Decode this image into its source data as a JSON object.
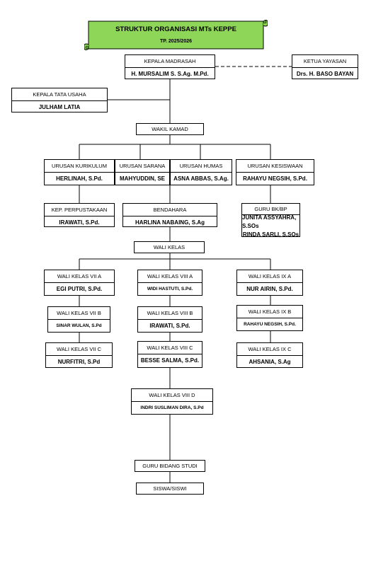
{
  "title": {
    "main": "STRUKTUR ORGANISASI MTs KEPPE",
    "period": "TP. 2025/2026",
    "fill_color": "#8ed658"
  },
  "kepala_madrasah": {
    "role": "KEPALA MADRASAH",
    "name": "H. MURSALIM S. S.Ag. M.Pd."
  },
  "ketua_yayasan": {
    "role": "KETUA YAYASAN",
    "name": "Drs. H. BASO BAYAN"
  },
  "kepala_tata_usaha": {
    "role": "KEPALA TATA USAHA",
    "name": "JULHAM LATIA"
  },
  "wakil_kamad": {
    "role": "WAKIL KAMAD"
  },
  "urusan": {
    "kurikulum": {
      "role": "URUSAN KURIKULUM",
      "name": "HERLINAH, S.Pd."
    },
    "sarana": {
      "role": "URUSAN SARANA",
      "name": "MAHYUDDIN, SE"
    },
    "humas": {
      "role": "URUSAN HUMAS",
      "name": "ASNA ABBAS, S.Ag."
    },
    "kesiswaan": {
      "role": "URUSAN KESISWAAN",
      "name": "RAHAYU NEGSIH, S.Pd."
    }
  },
  "perpustakaan": {
    "role": "KEP. PERPUSTAKAAN",
    "name": "IRAWATI, S.Pd."
  },
  "bendahara": {
    "role": "BENDAHARA",
    "name": "HARLINA NABAING, S.Ag"
  },
  "guru_bk": {
    "role": "GURU BK/BP",
    "name1": "JUNITA ASSYAHRA, S.SOs",
    "name2": "RINDA SARLI, S.SOs"
  },
  "wali_kelas": {
    "role": "WALI KELAS"
  },
  "wali": {
    "vii_a": {
      "role": "WALI KELAS VII A",
      "name": "EGI PUTRI, S.Pd."
    },
    "vii_b": {
      "role": "WALI KELAS VII B",
      "name": "SINAR WULAN, S.Pd"
    },
    "vii_c": {
      "role": "WALI KELAS VII C",
      "name": "NURFITRI, S.Pd"
    },
    "viii_a": {
      "role": "WALI KELAS VIII A",
      "name": "WIDI HASTUTI, S.Pd."
    },
    "viii_b": {
      "role": "WALI KELAS VIII B",
      "name": "IRAWATI, S.Pd."
    },
    "viii_c": {
      "role": "WALI KELAS VIII C",
      "name": "BESSE SALMA, S.Pd."
    },
    "viii_d": {
      "role": "WALI KELAS VIII D",
      "name": "INDRI SUSLIMAN DIRA, S.Pd"
    },
    "ix_a": {
      "role": "WALI KELAS IX A",
      "name": "NUR AIRIN, S.Pd."
    },
    "ix_b": {
      "role": "WALI KELAS IX B",
      "name": "RAHAYU NEGSIH, S.Pd."
    },
    "ix_c": {
      "role": "WALI KELAS IX C",
      "name": "AHSANIA, S.Ag"
    }
  },
  "guru_bidang_studi": {
    "role": "GURU BIDANG STUDI"
  },
  "siswa": {
    "role": "SISWA/SISWI"
  }
}
